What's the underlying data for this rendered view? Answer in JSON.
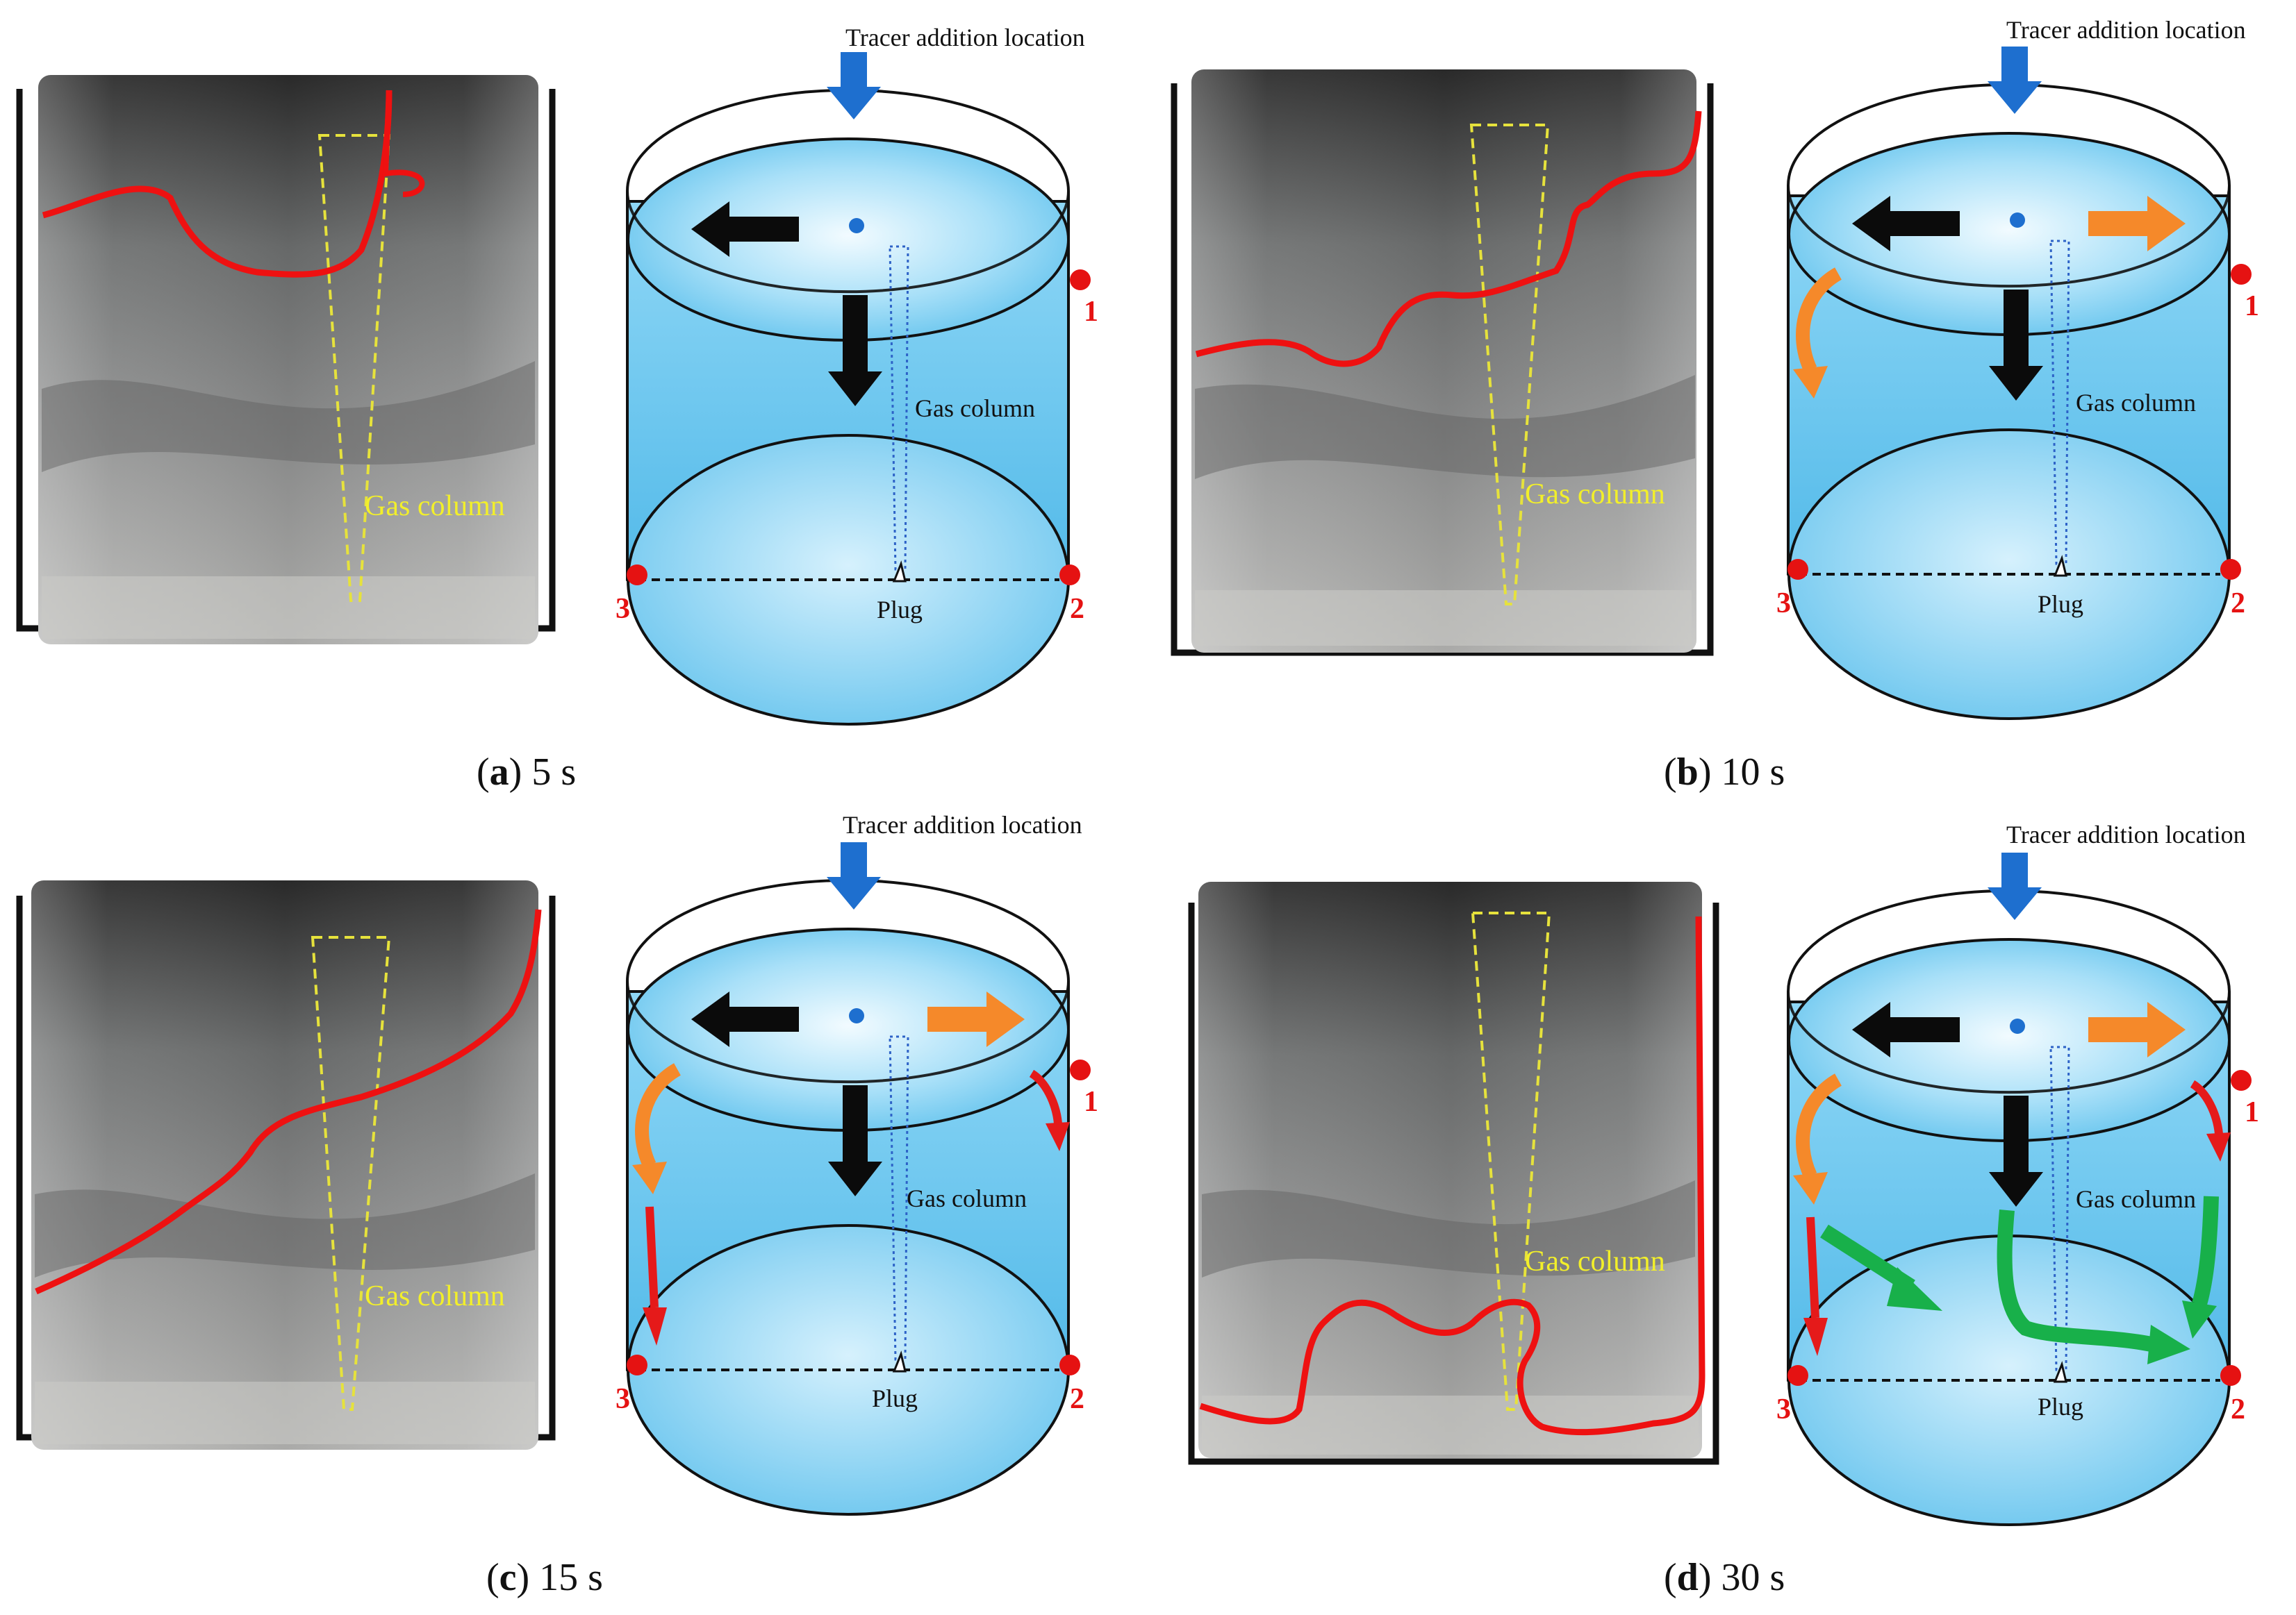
{
  "panels": [
    {
      "id": "a",
      "letter": "a",
      "time": "5 s",
      "photo_label": "Gas column",
      "diagram": {
        "tracer_label": "Tracer addition location",
        "gas_label": "Gas column",
        "plug_label": "Plug",
        "points": [
          "1",
          "2",
          "3"
        ],
        "arrows": {
          "orange": false,
          "red": false,
          "green": false
        }
      }
    },
    {
      "id": "b",
      "letter": "b",
      "time": "10 s",
      "photo_label": "Gas column",
      "diagram": {
        "tracer_label": "Tracer addition location",
        "gas_label": "Gas column",
        "plug_label": "Plug",
        "points": [
          "1",
          "2",
          "3"
        ],
        "arrows": {
          "orange": true,
          "red": false,
          "green": false
        }
      }
    },
    {
      "id": "c",
      "letter": "c",
      "time": "15 s",
      "photo_label": "Gas column",
      "diagram": {
        "tracer_label": "Tracer addition location",
        "gas_label": "Gas column",
        "plug_label": "Plug",
        "points": [
          "1",
          "2",
          "3"
        ],
        "arrows": {
          "orange": true,
          "red": true,
          "green": false
        }
      }
    },
    {
      "id": "d",
      "letter": "d",
      "time": "30 s",
      "photo_label": "Gas column",
      "diagram": {
        "tracer_label": "Tracer addition location",
        "gas_label": "Gas column",
        "plug_label": "Plug",
        "points": [
          "1",
          "2",
          "3"
        ],
        "arrows": {
          "orange": true,
          "red": true,
          "green": true
        }
      }
    }
  ],
  "colors": {
    "liquid_light": "#e6f6ff",
    "liquid_dark": "#5cc0ec",
    "tracer_front": "#ee1111",
    "gas_outline": "#e6e23c",
    "tracer_arrow": "#1e6fcf",
    "orange_arrow": "#f5892a",
    "red_arrow": "#e51a1a",
    "green_arrow": "#18b04a",
    "point": "#e51212"
  }
}
